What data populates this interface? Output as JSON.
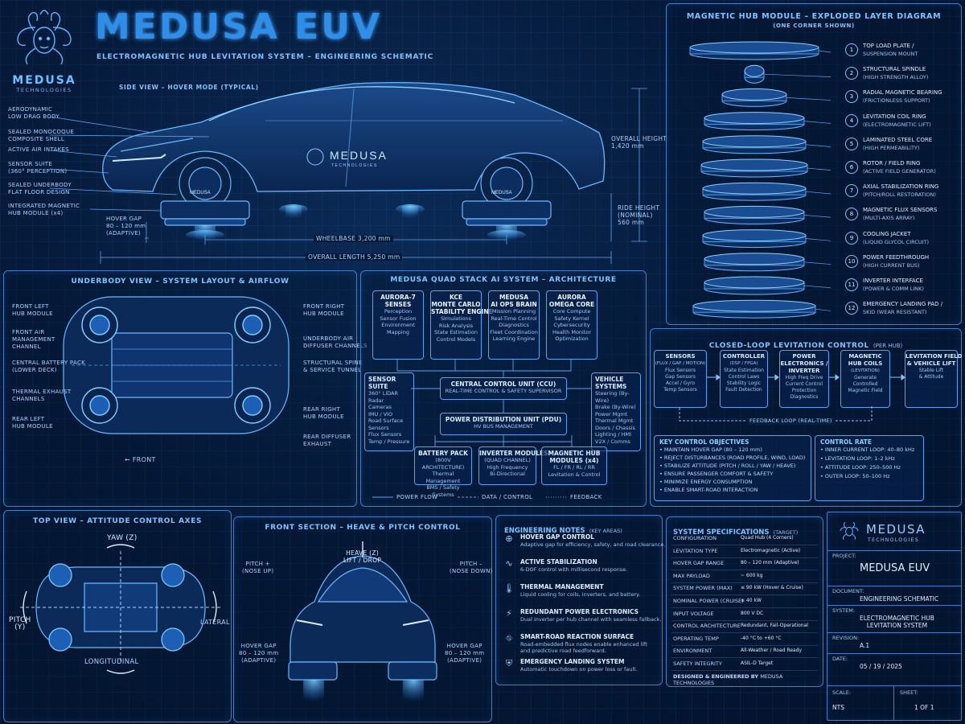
{
  "header": {
    "title": "MEDUSA EUV",
    "subtitle": "ELECTROMAGNETIC HUB LEVITATION SYSTEM – ENGINEERING SCHEMATIC",
    "logo_name": "MEDUSA",
    "logo_sub": "TECHNOLOGIES"
  },
  "side_view": {
    "title": "SIDE VIEW – HOVER MODE (TYPICAL)",
    "callouts": [
      "AERODYNAMIC\nLOW DRAG BODY",
      "SEALED MONOCOQUE\nCOMPOSITE SHELL",
      "ACTIVE AIR INTAKES",
      "SENSOR SUITE\n(360° PERCEPTION)",
      "SEALED UNDERBODY\nFLAT FLOOR DESIGN",
      "INTEGRATED MAGNETIC\nHUB MODULE (x4)"
    ],
    "hover_gap": "HOVER GAP\n80 – 120 mm\n(ADAPTIVE)",
    "overall_height": "OVERALL HEIGHT\n1,420 mm",
    "ride_height": "RIDE HEIGHT\n(NOMINAL)\n560 mm",
    "wheelbase": "WHEELBASE 3,200 mm",
    "overall_length": "OVERALL LENGTH 5,250 mm",
    "hub_label": "MEDUSA",
    "body_brand": "MEDUSA",
    "body_brand_sub": "TECHNOLOGIES"
  },
  "exploded": {
    "title": "MAGNETIC HUB MODULE – EXPLODED LAYER DIAGRAM",
    "subtitle": "(ONE CORNER SHOWN)",
    "layers": [
      {
        "n": "1",
        "name": "TOP LOAD PLATE /",
        "sub": "SUSPENSION MOUNT"
      },
      {
        "n": "2",
        "name": "STRUCTURAL SPINDLE",
        "sub": "(HIGH STRENGTH ALLOY)"
      },
      {
        "n": "3",
        "name": "RADIAL MAGNETIC BEARING",
        "sub": "(FRICTIONLESS SUPPORT)"
      },
      {
        "n": "4",
        "name": "LEVITATION COIL RING",
        "sub": "(ELECTROMAGNETIC LIFT)"
      },
      {
        "n": "5",
        "name": "LAMINATED STEEL CORE",
        "sub": "(HIGH PERMEABILITY)"
      },
      {
        "n": "6",
        "name": "ROTOR / FIELD RING",
        "sub": "(ACTIVE FIELD GENERATOR)"
      },
      {
        "n": "7",
        "name": "AXIAL STABILIZATION RING",
        "sub": "(PITCH/ROLL RESTORATION)"
      },
      {
        "n": "8",
        "name": "MAGNETIC FLUX SENSORS",
        "sub": "(MULTI-AXIS ARRAY)"
      },
      {
        "n": "9",
        "name": "COOLING JACKET",
        "sub": "(LIQUID GLYCOL CIRCUIT)"
      },
      {
        "n": "10",
        "name": "POWER FEEDTHROUGH",
        "sub": "(HIGH CURRENT BUS)"
      },
      {
        "n": "11",
        "name": "INVERTER INTERFACE",
        "sub": "(POWER & COMM LINK)"
      },
      {
        "n": "12",
        "name": "EMERGENCY LANDING PAD /",
        "sub": "SKID (WEAR RESISTANT)"
      }
    ]
  },
  "underbody": {
    "title": "UNDERBODY VIEW – SYSTEM LAYOUT & AIRFLOW",
    "left": [
      "FRONT LEFT\nHUB MODULE",
      "FRONT AIR\nMANAGEMENT\nCHANNEL",
      "CENTRAL BATTERY PACK\n(LOWER DECK)",
      "THERMAL EXHAUST\nCHANNELS",
      "REAR LEFT\nHUB MODULE"
    ],
    "right": [
      "FRONT RIGHT\nHUB MODULE",
      "UNDERBODY AIR\nDIFFUSER CHANNELS",
      "STRUCTURAL SPINE\n& SERVICE TUNNEL",
      "REAR RIGHT\nHUB MODULE",
      "REAR DIFFUSER\nEXHAUST"
    ],
    "front": "FRONT"
  },
  "ai": {
    "title": "MEDUSA QUAD STACK AI SYSTEM – ARCHITECTURE",
    "cores": [
      {
        "name": "AURORA-7\nSENSES",
        "items": [
          "Perception",
          "Sensor Fusion",
          "Environment",
          "Mapping"
        ]
      },
      {
        "name": "KCE\nMONTE CARLO\nSTABILITY ENGINE",
        "items": [
          "Simulations",
          "Risk Analysis",
          "State Estimation",
          "Control Models"
        ]
      },
      {
        "name": "MEDUSA\nAI OPS BRAIN",
        "items": [
          "Mission Planning",
          "Real-Time Control",
          "Diagnostics",
          "Fleet Coordination",
          "Learning Engine"
        ]
      },
      {
        "name": "AURORA\nOMEGA CORE",
        "items": [
          "Core Compute",
          "Safety Kernel",
          "Cybersecurity",
          "Health Monitor",
          "Optimization"
        ]
      }
    ],
    "sensor_suite": {
      "name": "SENSOR SUITE",
      "items": [
        "360° LiDAR",
        "Radar",
        "Cameras",
        "IMU / VIO",
        "Road Surface Sensors",
        "Flux Sensors",
        "Temp / Pressure"
      ]
    },
    "vehicle_systems": {
      "name": "VEHICLE SYSTEMS",
      "items": [
        "Steering (By-Wire)",
        "Brake (By-Wire)",
        "Power Mgmt",
        "Thermal Mgmt",
        "Doors / Chassis",
        "Lighting / HMI",
        "V2X / Comms"
      ]
    },
    "ccu": {
      "name": "CENTRAL CONTROL UNIT (CCU)",
      "sub": "REAL-TIME CONTROL & SAFETY SUPERVISOR"
    },
    "pdu": {
      "name": "POWER DISTRIBUTION UNIT (PDU)",
      "sub": "HV BUS MANAGEMENT"
    },
    "battery": {
      "name": "BATTERY PACK",
      "sub": "(800V ARCHITECTURE)",
      "items": [
        "Thermal Management",
        "BMS / Safety Systems"
      ]
    },
    "inverter": {
      "name": "INVERTER MODULES",
      "sub": "(QUAD CHANNEL)",
      "items": [
        "High Frequency",
        "Bi-Directional"
      ]
    },
    "hubs": {
      "name": "MAGNETIC HUB\nMODULES (x4)",
      "items": [
        "FL / FR / RL / RR",
        "Levitation & Control"
      ]
    },
    "legend": [
      "POWER FLOW",
      "DATA / CONTROL",
      "FEEDBACK"
    ]
  },
  "closed_loop": {
    "title": "CLOSED-LOOP LEVITATION CONTROL",
    "title_sub": "(PER HUB)",
    "blocks": [
      {
        "name": "SENSORS",
        "sub": "(FLUX / GAP / MOTION)",
        "items": [
          "Flux Sensors",
          "Gap Sensors",
          "Accel / Gyro",
          "Temp Sensors"
        ]
      },
      {
        "name": "CONTROLLER",
        "sub": "(DSP / FPGA)",
        "items": [
          "State Estimation",
          "Control Laws",
          "Stability Logic",
          "Fault Detection"
        ]
      },
      {
        "name": "POWER\nELECTRONICS /\nINVERTER",
        "sub": "",
        "items": [
          "High Freq Drive",
          "Current Control",
          "Protection",
          "Diagnostics"
        ]
      },
      {
        "name": "MAGNETIC\nHUB COILS",
        "sub": "(LEVITATION)",
        "items": [
          "Generate",
          "Controlled",
          "Magnetic Field"
        ]
      },
      {
        "name": "LEVITATION FIELD\n& VEHICLE LIFT",
        "sub": "",
        "items": [
          "Stable Lift",
          "& Attitude"
        ]
      }
    ],
    "feedback": "FEEDBACK LOOP (REAL-TIME)",
    "objectives_title": "KEY CONTROL OBJECTIVES",
    "objectives": [
      "MAINTAIN HOVER GAP (80 – 120 mm)",
      "REJECT DISTURBANCES (ROAD PROFILE, WIND, LOAD)",
      "STABILIZE ATTITUDE (PITCH / ROLL / YAW / HEAVE)",
      "ENSURE PASSENGER COMFORT & SAFETY",
      "MINIMIZE ENERGY CONSUMPTION",
      "ENABLE SMART-ROAD INTERACTION"
    ],
    "rate_title": "CONTROL RATE",
    "rates": [
      "INNER CURRENT LOOP: 40–80 kHz",
      "LEVITATION LOOP: 1–2 kHz",
      "ATTITUDE LOOP: 250–500 Hz",
      "OUTER LOOP: 50–100 Hz"
    ]
  },
  "top_view": {
    "title": "TOP VIEW – ATTITUDE CONTROL AXES",
    "yaw": "YAW (Z)",
    "pitch": "PITCH\n(Y)",
    "lateral": "LATERAL",
    "longitudinal": "LONGITUDINAL"
  },
  "front_section": {
    "title": "FRONT SECTION – HEAVE & PITCH CONTROL",
    "heave": "HEAVE (Z)\nLIFT / DROP",
    "pitch_up": "PITCH +\n(NOSE UP)",
    "pitch_down": "PITCH –\n(NOSE DOWN)",
    "gap_left": "HOVER GAP\n80 – 120 mm\n(ADAPTIVE)",
    "gap_right": "HOVER GAP\n80 – 120 mm\n(ADAPTIVE)"
  },
  "notes": {
    "title": "ENGINEERING NOTES",
    "title_sub": "(KEY AREAS)",
    "items": [
      {
        "icon": "target-icon",
        "t": "HOVER GAP CONTROL",
        "b": "Adaptive gap for efficiency, safety, and road clearance."
      },
      {
        "icon": "waveform-icon",
        "t": "ACTIVE STABILIZATION",
        "b": "6-DOF control with millisecond response."
      },
      {
        "icon": "thermometer-icon",
        "t": "THERMAL MANAGEMENT",
        "b": "Liquid cooling for coils, inverters, and battery."
      },
      {
        "icon": "lightning-icon",
        "t": "REDUNDANT POWER ELECTRONICS",
        "b": "Dual inverter per hub channel with seamless fallback."
      },
      {
        "icon": "road-icon",
        "t": "SMART-ROAD REACTION SURFACE",
        "b": "Road-embedded flux nodes enable enhanced lift\nand predictive road feedforward."
      },
      {
        "icon": "shield-icon",
        "t": "EMERGENCY LANDING SYSTEM",
        "b": "Automatic touchdown on power loss or fault."
      }
    ]
  },
  "specs": {
    "title": "SYSTEM SPECIFICATIONS",
    "title_sub": "(TARGET)",
    "rows": [
      [
        "CONFIGURATION",
        "Quad Hub (4 Corners)"
      ],
      [
        "LEVITATION TYPE",
        "Electromagnetic (Active)"
      ],
      [
        "HOVER GAP RANGE",
        "80 – 120 mm (Adaptive)"
      ],
      [
        "MAX PAYLOAD",
        "~ 600 kg"
      ],
      [
        "SYSTEM POWER (MAX)",
        "≤ 90 kW (Hover & Cruise)"
      ],
      [
        "NOMINAL POWER (CRUISE)",
        "≤ 40 kW"
      ],
      [
        "INPUT VOLTAGE",
        "800 V DC"
      ],
      [
        "CONTROL ARCHITECTURE",
        "Redundant, Fail-Operational"
      ],
      [
        "OPERATING TEMP",
        "-40 °C to +60 °C"
      ],
      [
        "ENVIRONMENT",
        "All-Weather / Road Ready"
      ],
      [
        "SAFETY INTEGRITY",
        "ASIL-D Target"
      ]
    ],
    "footer_label": "DESIGNED & ENGINEERED BY",
    "footer_value": "MEDUSA TECHNOLOGIES"
  },
  "title_block": {
    "logo_name": "MEDUSA",
    "logo_sub": "TECHNOLOGIES",
    "project_label": "PROJECT:",
    "project": "MEDUSA EUV",
    "document_label": "DOCUMENT:",
    "document": "ENGINEERING SCHEMATIC",
    "system_label": "SYSTEM:",
    "system": "ELECTROMAGNETIC HUB\nLEVITATION SYSTEM",
    "revision_label": "REVISION:",
    "revision": "A.1",
    "date_label": "DATE:",
    "date": "05 / 19 / 2025",
    "scale_label": "SCALE:",
    "scale": "NTS",
    "sheet_label": "SHEET:",
    "sheet": "1 OF 1"
  },
  "colors": {
    "accent": "#3fa0ff",
    "line": "#5aa2ee",
    "text": "#a9d4ff",
    "bg": "#061a3a"
  }
}
